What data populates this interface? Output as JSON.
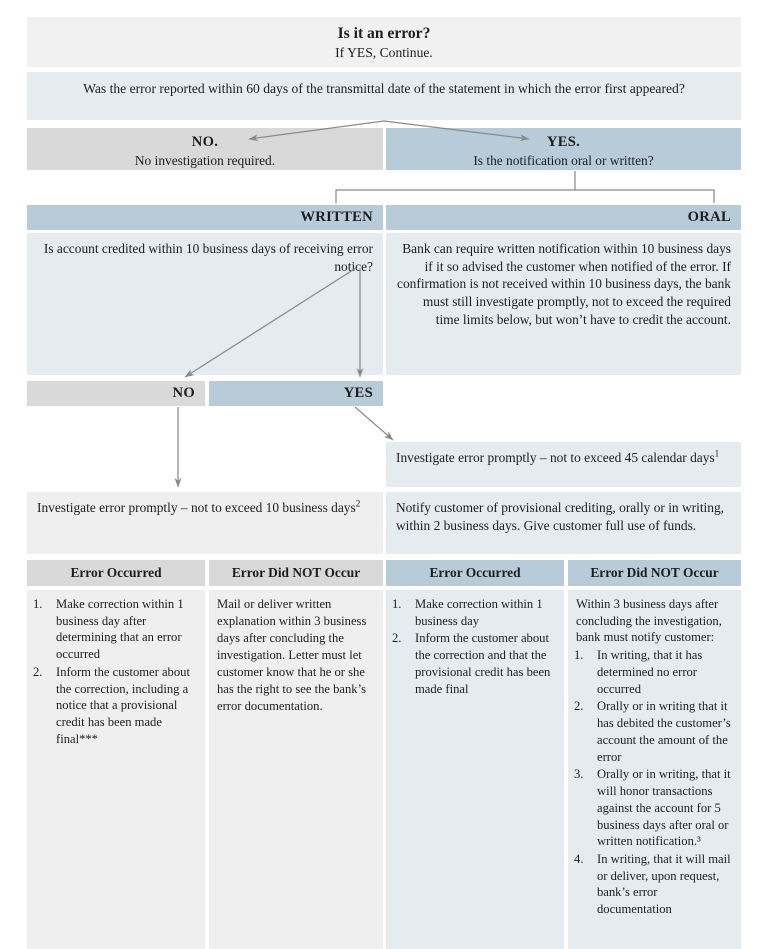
{
  "title": {
    "main": "Is it an error?",
    "sub": "If YES, Continue."
  },
  "question_60days": "Was the error reported within 60 days of the transmittal date of the statement in which the error first appeared?",
  "branches": {
    "no": {
      "label": "NO.",
      "detail": "No investigation required."
    },
    "yes": {
      "label": "YES.",
      "detail": "Is the notification oral or written?"
    }
  },
  "notification": {
    "written": {
      "header": "WRITTEN",
      "body": "Is account credited within 10 business days of receiving error notice?",
      "no_label": "NO",
      "yes_label": "YES"
    },
    "oral": {
      "header": "ORAL",
      "body": "Bank can require written notification within 10 business days if it so advised the customer when notified of the error. If confirmation is not received within 10 business days, the bank must still investigate promptly, not to exceed the required time limits below, but won’t have to credit the account."
    }
  },
  "timelines": {
    "investigate_45": "Investigate error promptly – not to exceed 45 calendar days",
    "investigate_45_fn": "1",
    "investigate_10": "Investigate error promptly – not to exceed 10 business days",
    "investigate_10_fn": "2",
    "notify_provisional": "Notify customer of provisional crediting, orally or in writing, within 2 business days. Give customer full use of funds."
  },
  "columns": [
    {
      "header": "Error Occurred",
      "theme": "gray",
      "lead": "",
      "items": [
        "Make correction within 1 business day after determining that an error occurred",
        "Inform the customer about the correction, including a notice that a provisional credit has been made final***"
      ]
    },
    {
      "header": "Error Did NOT Occur",
      "theme": "gray",
      "paragraph": "Mail or deliver written explanation within 3 business days after concluding the investigation.  Letter must let customer know that he or she has the right to see the bank’s error documentation.",
      "items": []
    },
    {
      "header": "Error Occurred",
      "theme": "blue",
      "lead": "",
      "items": [
        "Make correction within 1 business day",
        "Inform the customer about the correction and that the provisional credit has been made final"
      ]
    },
    {
      "header": "Error Did NOT Occur",
      "theme": "blue",
      "lead": "Within 3 business days after concluding the investigation, bank must notify customer:",
      "items": [
        "In writing, that it has determined no error occurred",
        "Orally or in writing that it has debited the customer’s account the amount of the error",
        "Orally or in writing, that it will honor transactions against the account for 5 business days after oral or written notification.³",
        "In writing, that it will mail or deliver, upon request, bank’s error documentation"
      ]
    }
  ],
  "colors": {
    "header_gray": "#d9d9d9",
    "body_gray": "#efefef",
    "header_blue": "#b8cbd8",
    "body_blue": "#e4ecf0",
    "title_band": "#f1f1f1",
    "arrow": "#8a8a8a"
  }
}
